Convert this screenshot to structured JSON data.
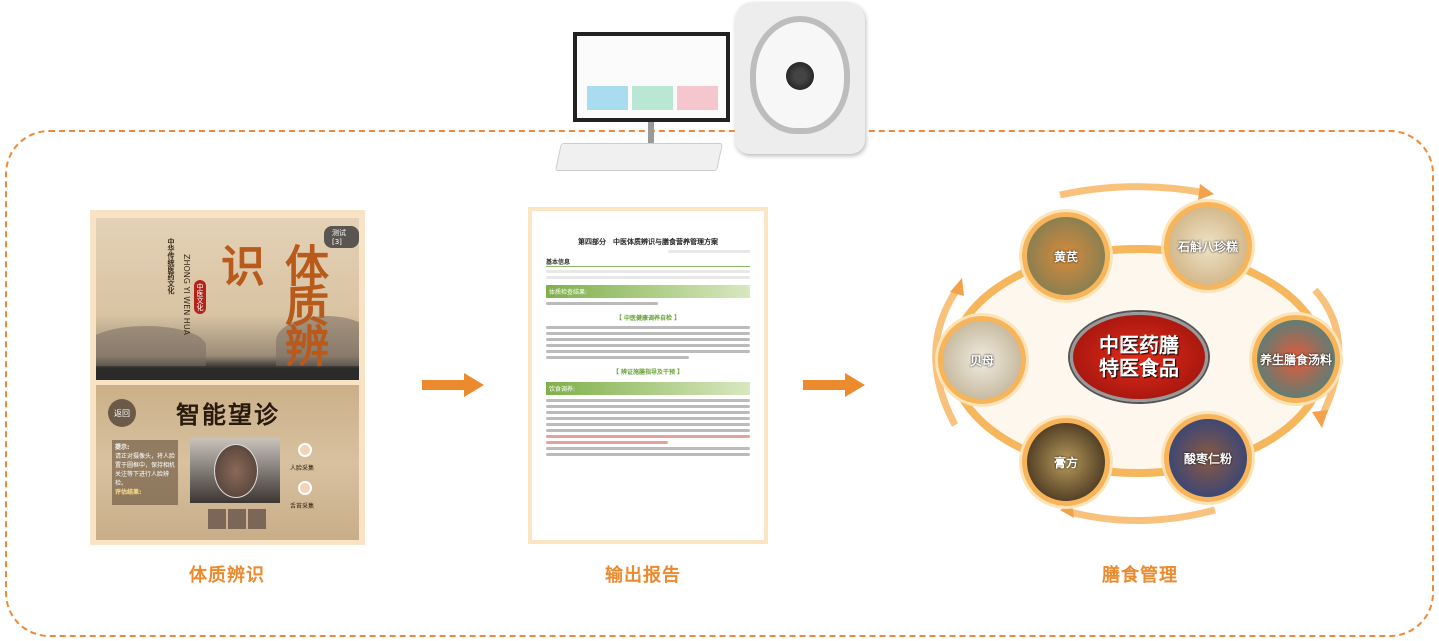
{
  "steps": [
    {
      "label": "体质辨识"
    },
    {
      "label": "输出报告"
    },
    {
      "label": "膳食管理"
    }
  ],
  "screen1": {
    "title": "体质辨识",
    "subtitle": "中华传统医药文化",
    "pinyin": "ZHONG YI WEN HUA",
    "badge": "中医文化",
    "test_button": "测试[3]"
  },
  "screen2": {
    "title": "智能望诊",
    "back_button": "返回",
    "tips_title": "提示:",
    "tips_text": "请正对摄像头，将人脸置于圆框中，保持相机关注等下进行人脸辨检。",
    "result_title": "评估结果:",
    "step1": "人脸采集",
    "step2": "舌苔采集"
  },
  "report": {
    "title": "第四部分　中医体质辨识与膳食营养管理方案",
    "basic_info": "基本信息",
    "constitution_result": "体质检查结果:",
    "section1": "【  中医健康调养自检  】",
    "section2": "【  辨证施膳指导及干预  】",
    "diet": "饮食调养:"
  },
  "diet": {
    "center_line1": "中医药膳",
    "center_line2": "特医食品",
    "products": [
      "黄芪",
      "石斛八珍糕",
      "养生膳食汤料",
      "酸枣仁粉",
      "膏方",
      "贝母"
    ]
  },
  "colors": {
    "accent": "#ec8a2e",
    "green": "#7fb04a",
    "red": "#d4201a"
  }
}
